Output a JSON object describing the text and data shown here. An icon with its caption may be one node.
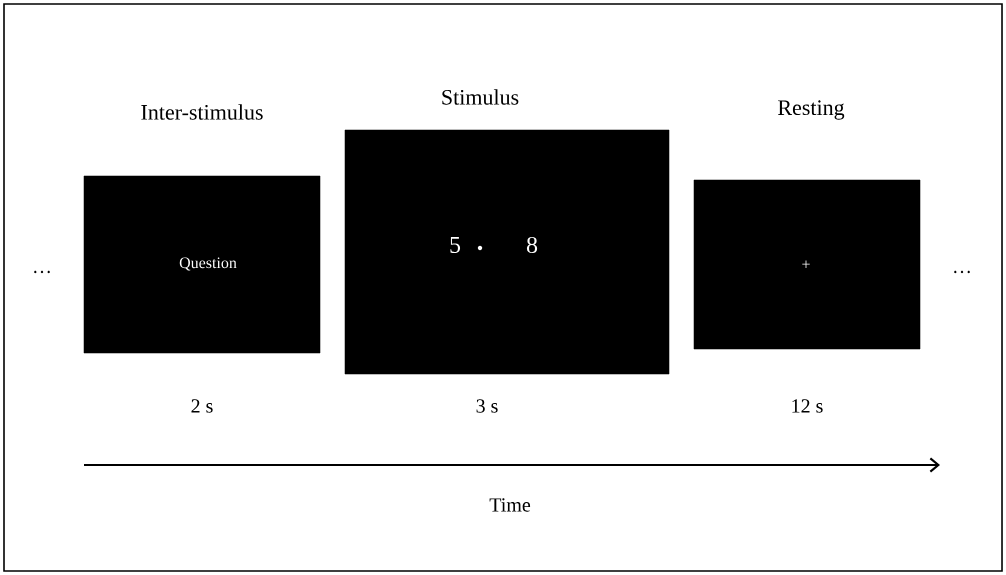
{
  "diagram": {
    "nodes": [
      {
        "text": [
          "Inter-stimulus",
          "Question"
        ],
        "beside": [
          "2 s"
        ]
      },
      {
        "text": [
          "Stimulus",
          "5",
          "8"
        ],
        "beside": [
          "3 s"
        ]
      },
      {
        "text": [
          "Resting",
          "+"
        ],
        "beside": [
          "12 s"
        ]
      }
    ],
    "labels": [
      "…",
      "…",
      "Time"
    ]
  }
}
